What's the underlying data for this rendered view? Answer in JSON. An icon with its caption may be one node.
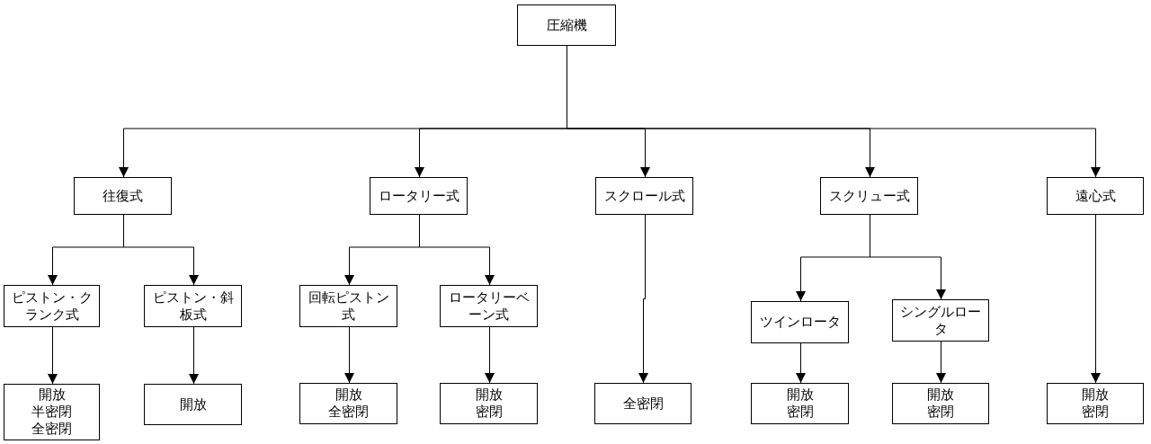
{
  "diagram": {
    "nodes": [
      {
        "text": [
          "圧縮機"
        ]
      },
      {
        "text": [
          "往復式"
        ]
      },
      {
        "text": [
          "ロータリー式"
        ]
      },
      {
        "text": [
          "スクロール式"
        ]
      },
      {
        "text": [
          "スクリュー式"
        ]
      },
      {
        "text": [
          "遠心式"
        ]
      },
      {
        "text": [
          "ピストン・クランク式"
        ]
      },
      {
        "text": [
          "ピストン・斜板式"
        ]
      },
      {
        "text": [
          "回転ピストン式"
        ]
      },
      {
        "text": [
          "ロータリーベーン式"
        ]
      },
      {
        "text": [
          "ツインロータ"
        ]
      },
      {
        "text": [
          "シングルロータ"
        ]
      },
      {
        "text": [
          "開放",
          "半密閉",
          "全密閉"
        ]
      },
      {
        "text": [
          "開放"
        ]
      },
      {
        "text": [
          "開放",
          "全密閉"
        ]
      },
      {
        "text": [
          "開放",
          "密閉"
        ]
      },
      {
        "text": [
          "全密閉"
        ]
      },
      {
        "text": [
          "開放",
          "密閉"
        ]
      },
      {
        "text": [
          "開放",
          "密閉"
        ]
      },
      {
        "text": [
          "開放",
          "密閉"
        ]
      }
    ],
    "edges": [
      {
        "from": 0,
        "to": 1,
        "arrow": "to"
      },
      {
        "from": 0,
        "to": 2,
        "arrow": "to"
      },
      {
        "from": 0,
        "to": 3,
        "arrow": "to"
      },
      {
        "from": 0,
        "to": 4,
        "arrow": "to"
      },
      {
        "from": 0,
        "to": 5,
        "arrow": "to"
      },
      {
        "from": 1,
        "to": 6,
        "arrow": "to"
      },
      {
        "from": 1,
        "to": 7,
        "arrow": "to"
      },
      {
        "from": 2,
        "to": 8,
        "arrow": "to"
      },
      {
        "from": 2,
        "to": 9,
        "arrow": "to"
      },
      {
        "from": 3,
        "to": 16,
        "arrow": "to"
      },
      {
        "from": 4,
        "to": 10,
        "arrow": "to"
      },
      {
        "from": 4,
        "to": 11,
        "arrow": "to"
      },
      {
        "from": 5,
        "to": 19,
        "arrow": "to"
      },
      {
        "from": 6,
        "to": 12,
        "arrow": "to"
      },
      {
        "from": 7,
        "to": 13,
        "arrow": "to"
      },
      {
        "from": 8,
        "to": 14,
        "arrow": "to"
      },
      {
        "from": 9,
        "to": 15,
        "arrow": "to"
      },
      {
        "from": 10,
        "to": 17,
        "arrow": "to"
      },
      {
        "from": 11,
        "to": 18,
        "arrow": "to"
      }
    ]
  }
}
